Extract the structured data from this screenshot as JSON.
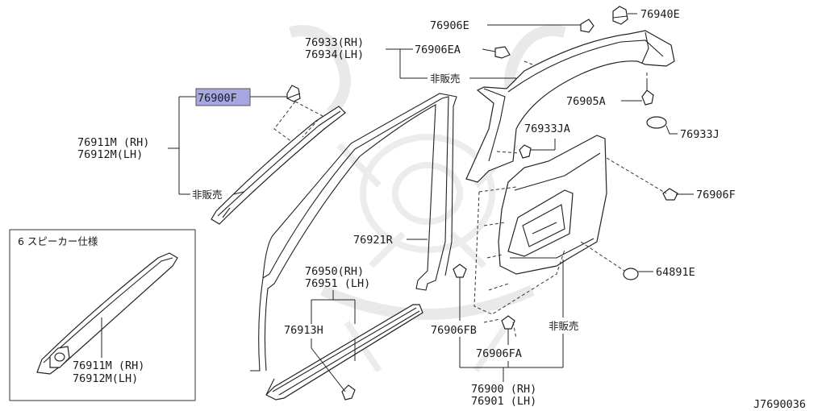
{
  "figure_code": "J7690036",
  "inset": {
    "title": "6 スピーカー仕様",
    "part_rh": "76911M (RH)",
    "part_lh": "76912M(LH)"
  },
  "labels": {
    "p76906E": "76906E",
    "p76940E": "76940E",
    "p76933_rh": "76933(RH)",
    "p76934_lh": "76934(LH)",
    "p76906EA": "76906EA",
    "not_sold_1": "非販売",
    "p76900F": "76900F",
    "p76905A": "76905A",
    "p76911M_rh": "76911M (RH)",
    "p76912M_lh": "76912M(LH)",
    "p76933JA": "76933JA",
    "p76933J": "76933J",
    "not_sold_2": "非販売",
    "p76906F": "76906F",
    "p76921R": "76921R",
    "p64891E": "64891E",
    "p76950_rh": "76950(RH)",
    "p76951_lh": "76951 (LH)",
    "p76913H": "76913H",
    "p76906FB": "76906FB",
    "not_sold_3": "非販売",
    "p76906FA": "76906FA",
    "p76900_rh": "76900 (RH)",
    "p76901_lh": "76901 (LH)"
  },
  "highlight_color": "#a6a6e0"
}
